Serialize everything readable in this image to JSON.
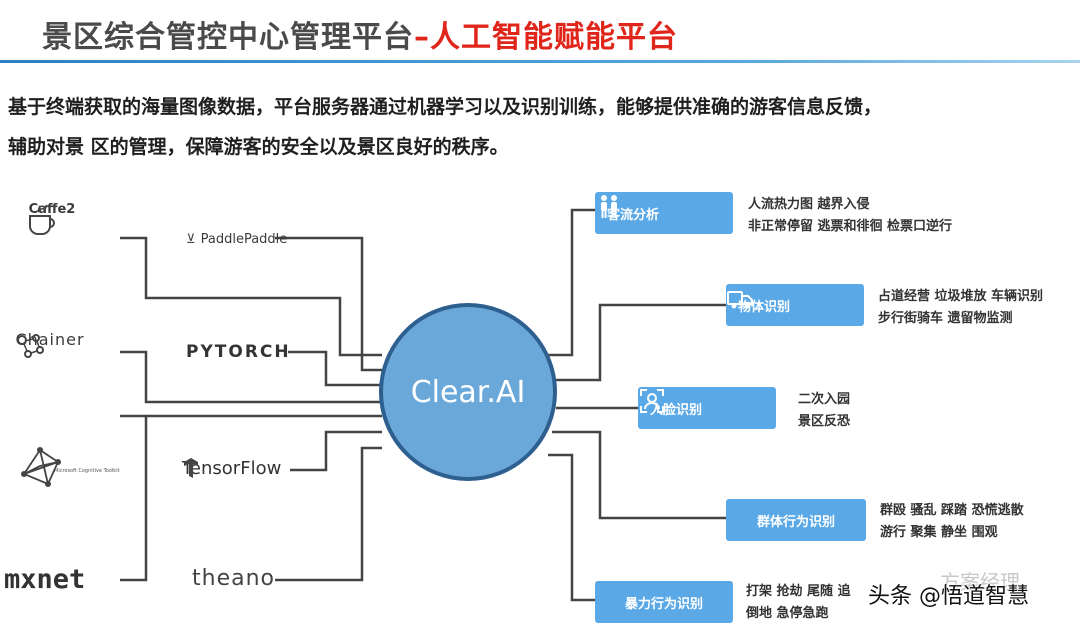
{
  "title": {
    "main": "景区综合管控中心管理平台",
    "separator": "–",
    "accent": "人工智能赋能平台",
    "accent_color": "#e0251b"
  },
  "intro": {
    "line1": "基于终端获取的海量图像数据，平台服务器通过机器学习以及识别训练，能够提供准确的游客信息反馈，",
    "line2": "辅助对景  区的管理，保障游客的安全以及景区良好的秩序。"
  },
  "center": {
    "label": "Clear.AI",
    "color": "#6aa8d9"
  },
  "frameworks_left": [
    {
      "label": "Caffe2",
      "icon": "coffee-cup-icon"
    },
    {
      "label": "Chainer",
      "icon": "molecule-icon"
    },
    {
      "label": "Microsoft Cognitive Toolkit",
      "icon": "network-icon"
    },
    {
      "label": "mxnet",
      "icon": ""
    }
  ],
  "frameworks_mid": [
    {
      "label": "PaddlePaddle",
      "icon": "paddle-icon"
    },
    {
      "label": "PYTORCH",
      "icon": "flame-icon"
    },
    {
      "label": "TensorFlow",
      "icon": "tensorflow-icon"
    },
    {
      "label": "theano",
      "icon": ""
    }
  ],
  "categories": [
    {
      "label": "客流分析",
      "icon": "people-icon",
      "items": [
        "人流热力图  越界入侵",
        "非正常停留  逃票和徘徊  检票口逆行"
      ]
    },
    {
      "label": "物体识别",
      "icon": "truck-icon",
      "items": [
        "占道经营  垃圾堆放  车辆识别",
        "步行街骑车  遗留物监测"
      ]
    },
    {
      "label": "人脸识别",
      "icon": "face-scan-icon",
      "items": [
        "二次入园",
        "景区反恐"
      ]
    },
    {
      "label": "群体行为识别",
      "icon": "",
      "items": [
        "群殴  骚乱  踩踏  恐慌逃散",
        "游行  聚集  静坐  围观"
      ]
    },
    {
      "label": "暴力行为识别",
      "icon": "",
      "items": [
        "打架  抢劫  尾随  追",
        "倒地  急停急跑"
      ]
    }
  ],
  "watermark": {
    "text": "头条 @悟道智慧",
    "ghost": "方案经理"
  },
  "colors": {
    "box": "#5aa9e6",
    "line": "#444444",
    "circle_border": "#2d5f8f"
  }
}
